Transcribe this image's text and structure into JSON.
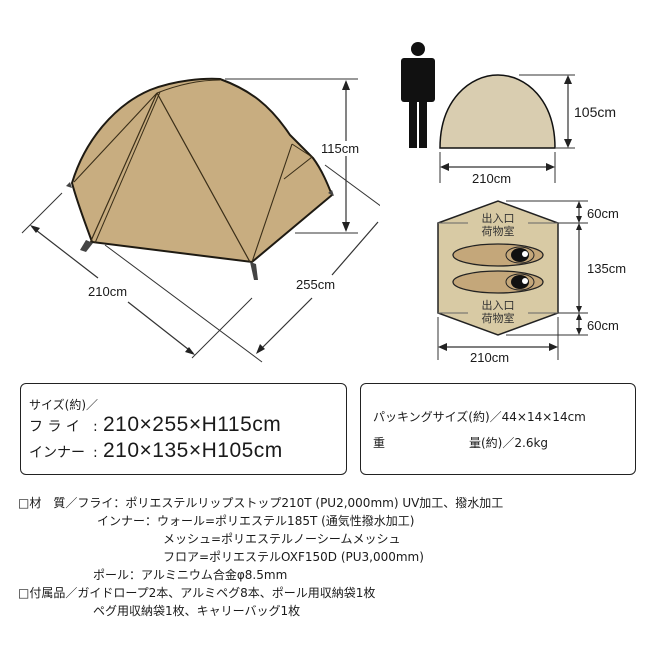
{
  "tent_perspective": {
    "width_label": "210cm",
    "length_label": "255cm",
    "height_label": "115cm",
    "fly_color": "#c8ad80",
    "outline_color": "#1e1a12"
  },
  "side_view": {
    "height_label": "105cm",
    "width_label": "210cm",
    "inner_color": "#d9cdb0",
    "person_icon": "person-silhouette-icon"
  },
  "floor_plan": {
    "vestibule_top": {
      "line1": "出入口",
      "line2": "荷物室"
    },
    "vestibule_bottom": {
      "line1": "出入口",
      "line2": "荷物室"
    },
    "front_depth_label": "60cm",
    "inner_depth_label": "135cm",
    "rear_depth_label": "60cm",
    "width_label": "210cm",
    "sleeping_bags": 2,
    "floor_color": "#d8caa4",
    "bag_color": "#c4a77a"
  },
  "size_box": {
    "title": "サイズ(約)／",
    "rows": [
      {
        "label": "フ ラ イ",
        "sep": ":",
        "value": "210×255×H115cm"
      },
      {
        "label": "インナー",
        "sep": ":",
        "value": "210×135×H105cm"
      }
    ]
  },
  "pack_box": {
    "rows": [
      {
        "label": "パッキングサイズ(約)",
        "value": "／44×14×14cm"
      },
      {
        "label": "重　　　　　　　量(約)",
        "value": "／2.6kg"
      }
    ]
  },
  "materials": {
    "lines": [
      "□材　質／フライ：ポリエステルリップストップ210T (PU2,000mm) UV加工、撥水加工",
      "インナー：ウォール=ポリエステル185T (通気性撥水加工)",
      "メッシュ=ポリエステルノーシームメッシュ",
      "フロア=ポリエステルOXF150D (PU3,000mm)",
      "ポール：アルミニウム合金φ8.5mm",
      "□付属品／ガイドロープ2本、アルミペグ8本、ポール用収納袋1枚",
      "ペグ用収納袋1枚、キャリーバッグ1枚"
    ]
  }
}
